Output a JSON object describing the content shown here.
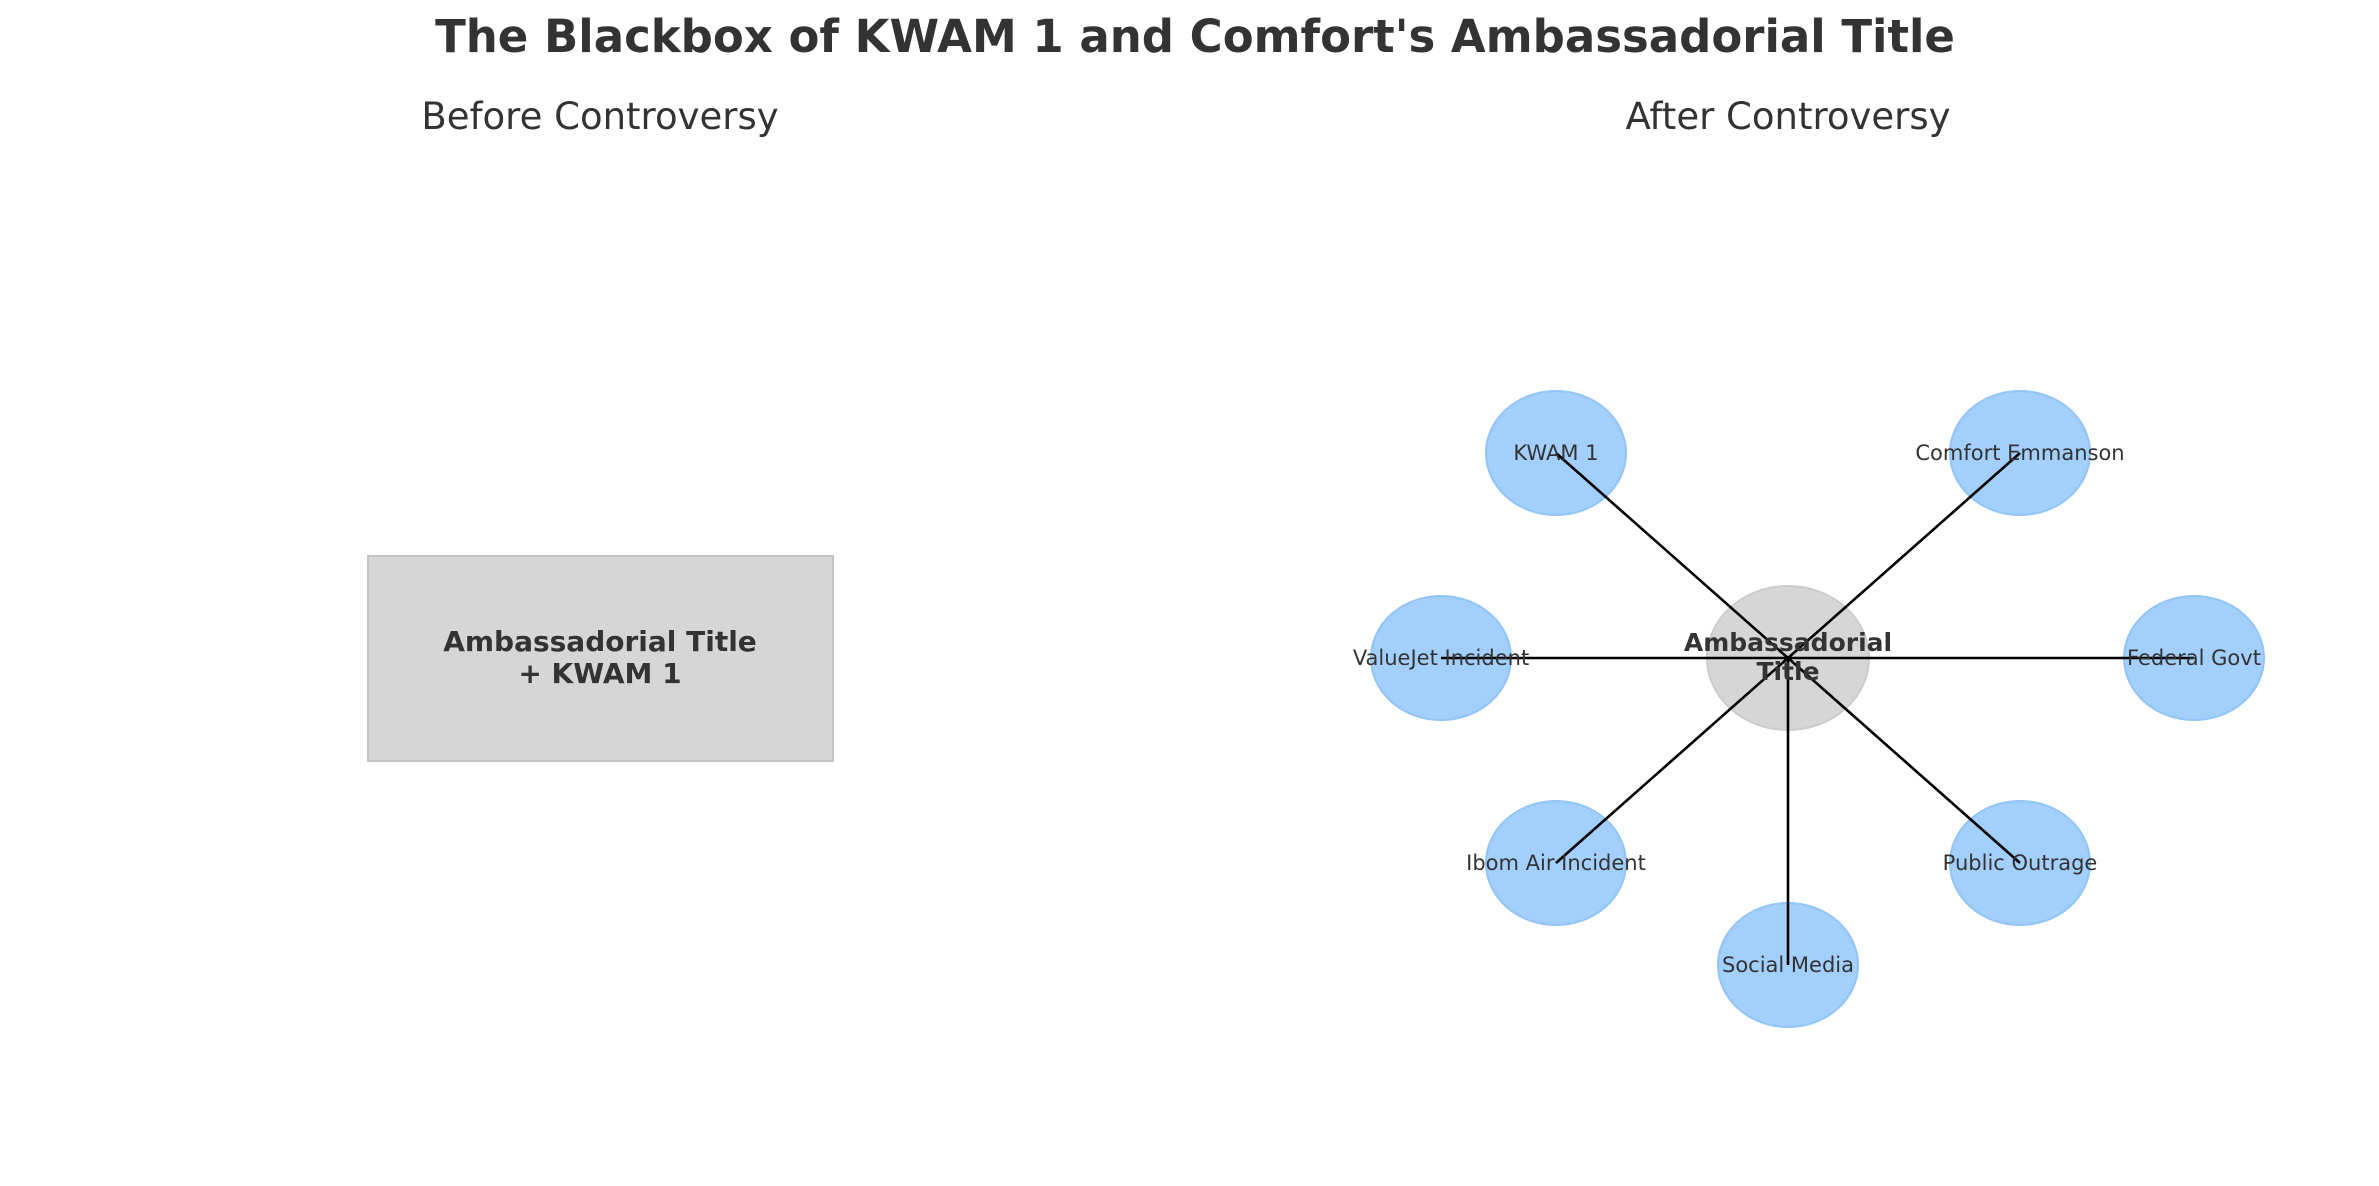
{
  "title": "The Blackbox of KWAM 1 and Comfort's Ambassadorial Title",
  "before": {
    "subtitle": "Before Controversy",
    "box_line1": "Ambassadorial Title",
    "box_line2": "+ KWAM 1"
  },
  "after": {
    "subtitle": "After Controversy",
    "center": {
      "line1": "Ambassadorial",
      "line2": "Title"
    },
    "nodes": [
      {
        "label": "KWAM 1"
      },
      {
        "label": "Comfort Emmanson"
      },
      {
        "label": "ValueJet Incident"
      },
      {
        "label": "Federal Govt"
      },
      {
        "label": "Ibom Air Incident"
      },
      {
        "label": "Public Outrage"
      },
      {
        "label": "Social Media"
      }
    ]
  },
  "colors": {
    "text": "#333333",
    "box_fill": "#d6d6d6",
    "box_stroke": "#c4c4c4",
    "node_fill": "#a3cffc",
    "node_stroke": "#91c4f7",
    "center_fill": "#d6d6d6",
    "edge": "#000000"
  }
}
